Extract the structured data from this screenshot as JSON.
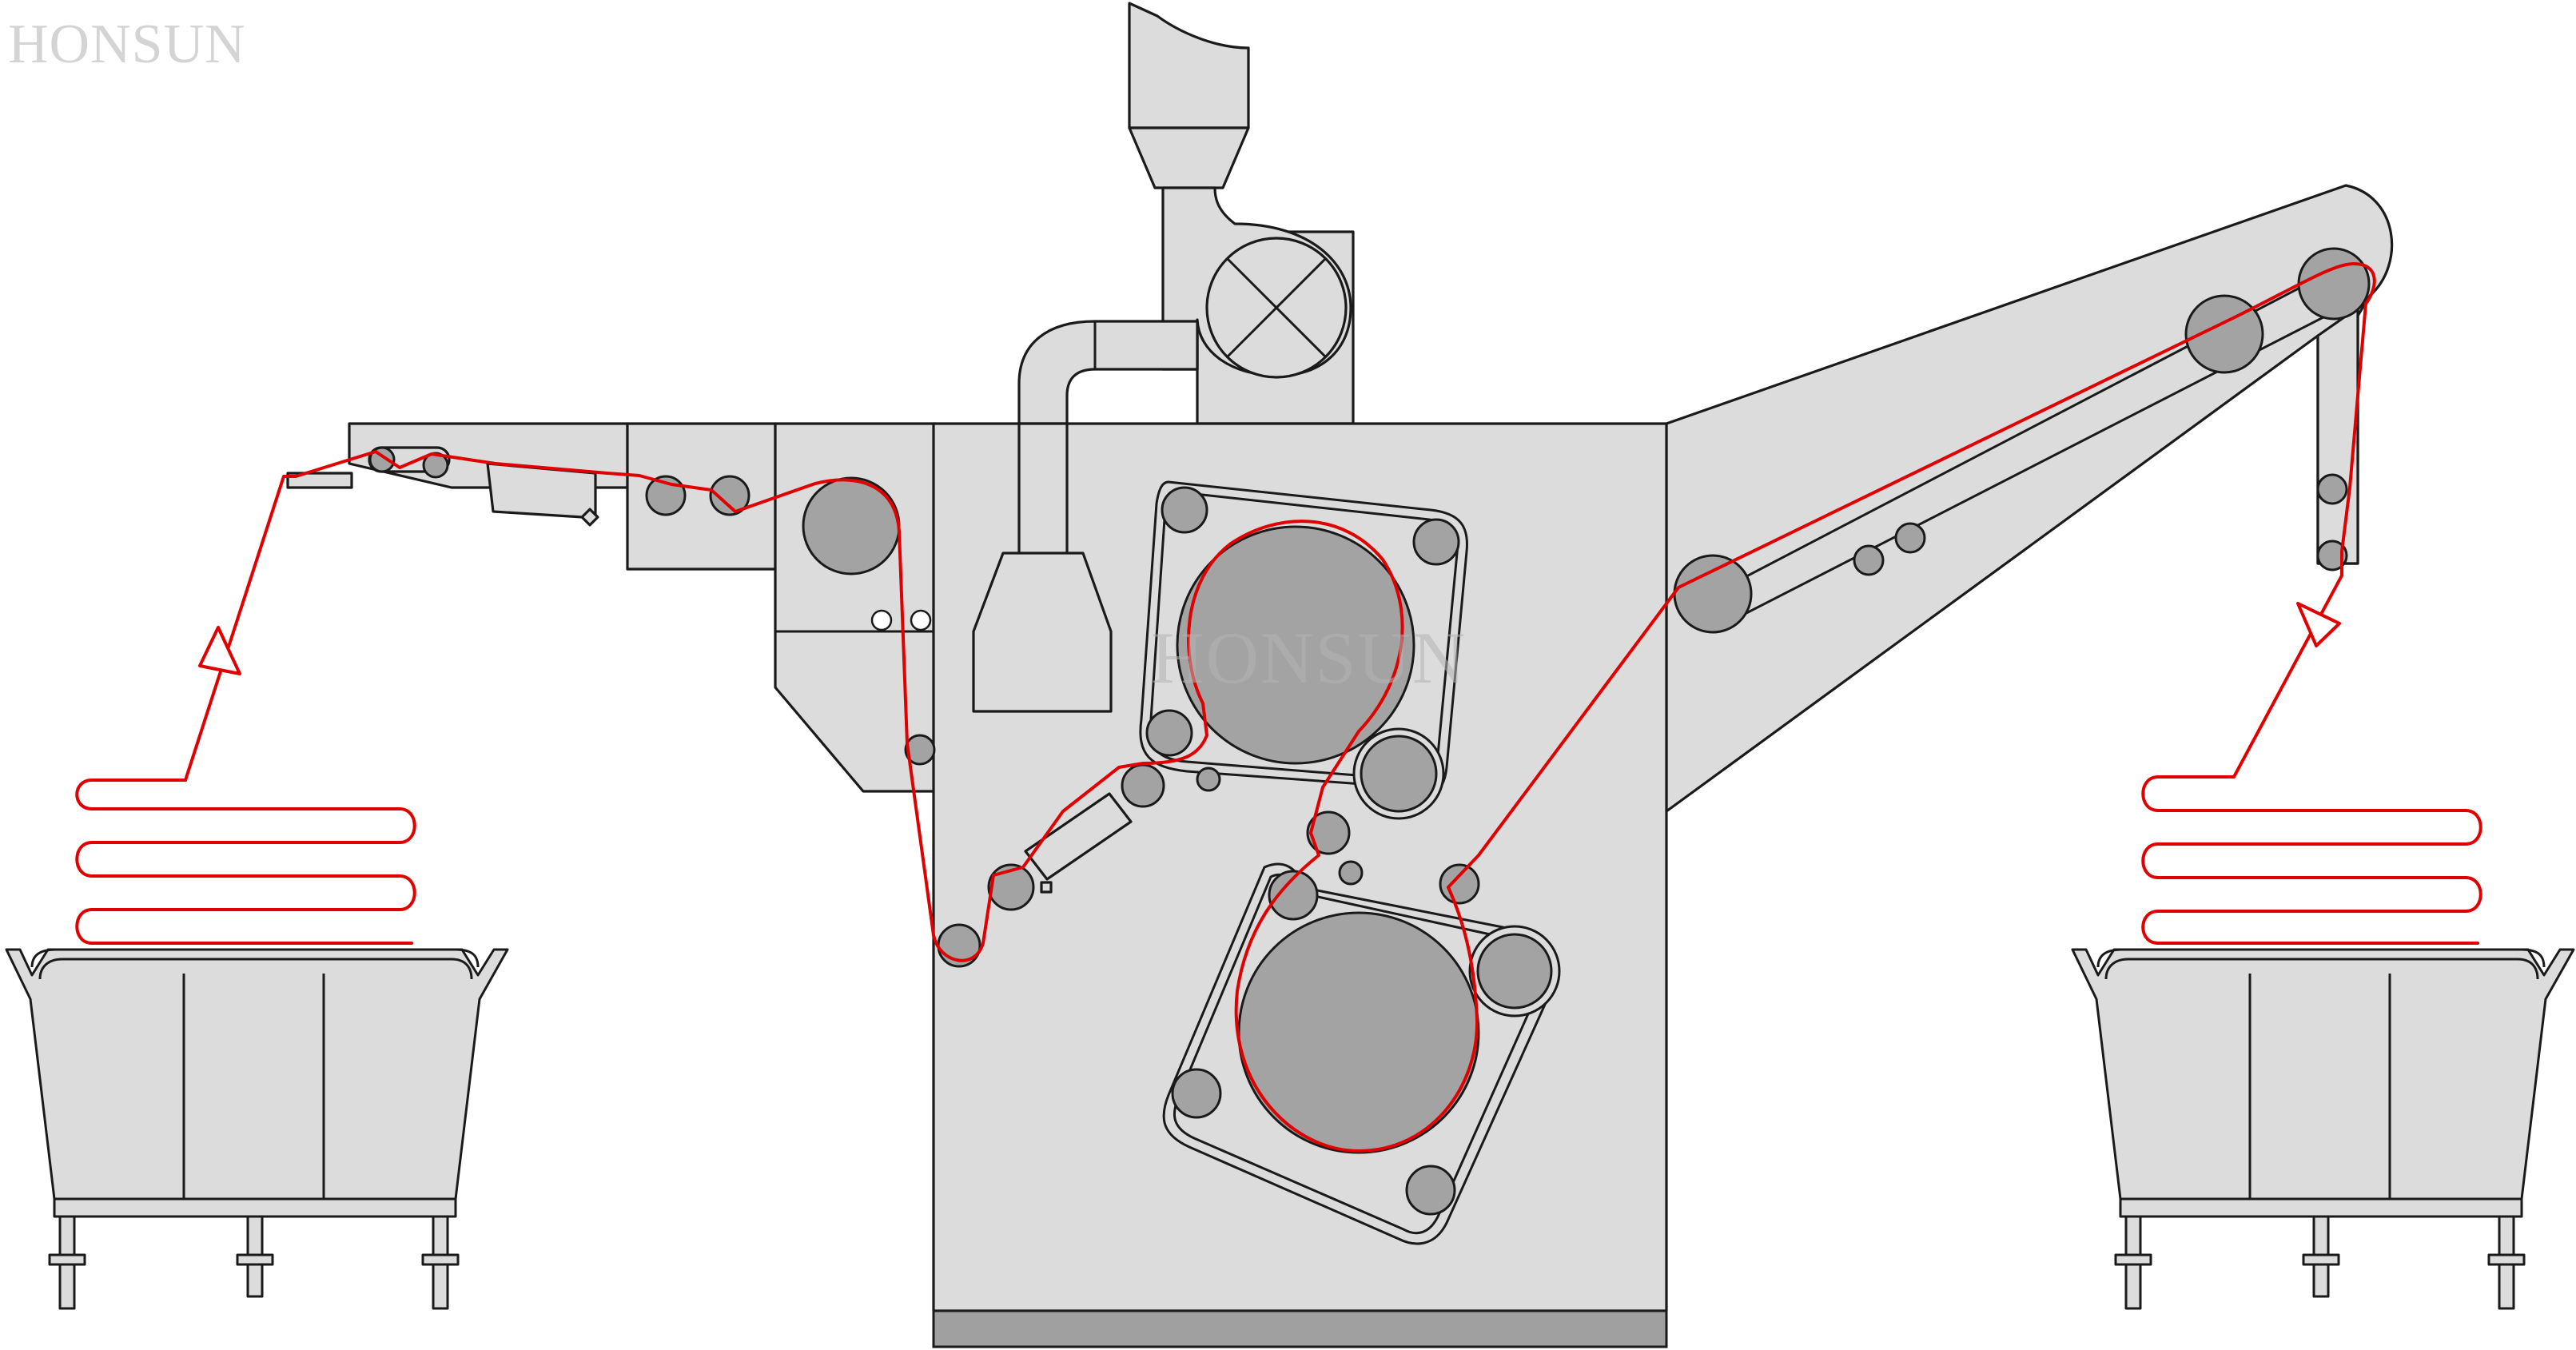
{
  "watermark": {
    "corner_text": "HONSUN",
    "center_text": "HONSUN"
  },
  "colors": {
    "machine_fill": "#dcdcdc",
    "roller_fill": "#a3a3a3",
    "outline": "#1a1a1a",
    "fabric_path": "#e00000",
    "base_plate": "#a0a0a0"
  },
  "components": {
    "input_cart": "fabric-cart-left",
    "output_cart": "fabric-cart-right",
    "main_frame": "machine-body",
    "exhaust": "exhaust-fan-duct",
    "drums": [
      "upper-drum",
      "lower-drum"
    ],
    "output_arm": "delivery-conveyor-arm"
  }
}
